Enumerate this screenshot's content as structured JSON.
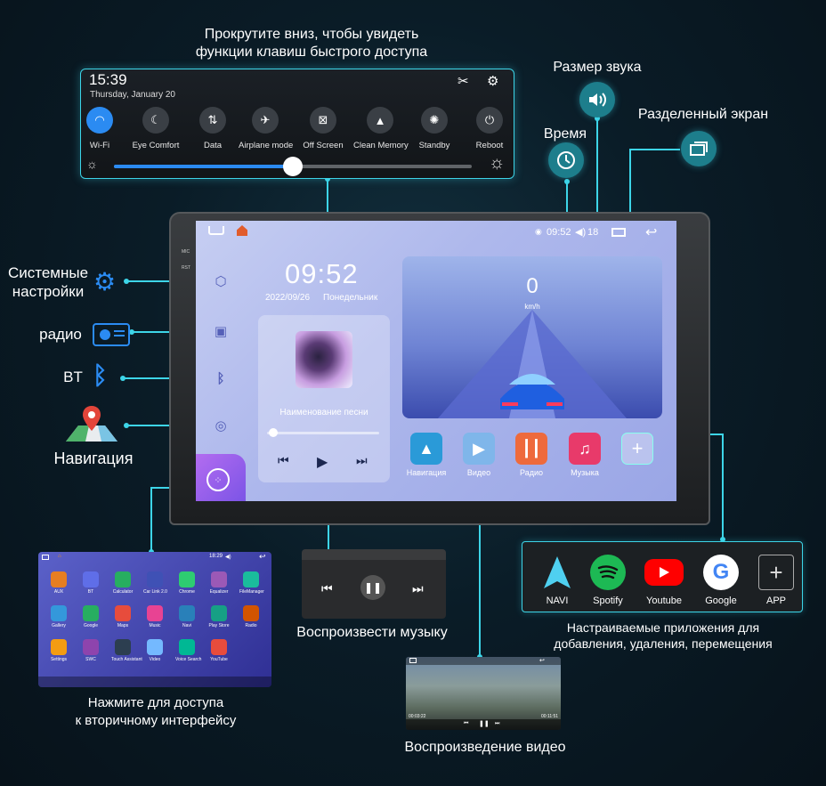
{
  "captions": {
    "scroll_hint_line1": "Прокрутите вниз, чтобы увидеть",
    "scroll_hint_line2": "функции клавиш быстрого доступа",
    "sound_size": "Размер звука",
    "split_screen": "Разделенный экран",
    "time": "Время",
    "system_settings_line1": "Системные",
    "system_settings_line2": "настройки",
    "radio": "радио",
    "bt": "BT",
    "navigation": "Навигация",
    "secondary_line1": "Нажмите для доступа",
    "secondary_line2": "к вторичному интерфейсу",
    "play_music": "Воспроизвести музыку",
    "custom_apps_line1": "Настраиваемые приложения для",
    "custom_apps_line2": "добавления, удаления, перемещения",
    "play_video": "Воспроизведение видео"
  },
  "quick_settings": {
    "time": "15:39",
    "date": "Thursday, January 20",
    "tiles": [
      {
        "label": "Wi-Fi",
        "icon": "wifi-icon",
        "active": true
      },
      {
        "label": "Eye Comfort",
        "icon": "moon-icon",
        "active": false
      },
      {
        "label": "Data",
        "icon": "data-arrows-icon",
        "active": false
      },
      {
        "label": "Airplane mode",
        "icon": "airplane-icon",
        "active": false
      },
      {
        "label": "Off Screen",
        "icon": "off-screen-icon",
        "active": false
      },
      {
        "label": "Clean Memory",
        "icon": "rocket-icon",
        "active": false
      },
      {
        "label": "Standby",
        "icon": "standby-icon",
        "active": false
      },
      {
        "label": "Reboot",
        "icon": "power-icon",
        "active": false
      }
    ],
    "brightness_level": 0.5
  },
  "head_unit": {
    "side_labels": {
      "mic": "MIC",
      "rst": "RST"
    },
    "status": {
      "time": "09:52",
      "volume": "18"
    },
    "clock": {
      "time": "09:52",
      "date": "2022/09/26",
      "day": "Понедельник"
    },
    "music": {
      "song": "Наименование песни",
      "progress": 0.05
    },
    "speed": {
      "value": "0",
      "unit": "km/h"
    },
    "apps": [
      {
        "label": "Навигация",
        "icon": "navigation-arrow-icon",
        "color": "#2a9ad8"
      },
      {
        "label": "Видео",
        "icon": "video-play-icon",
        "color": "#7fb6ea"
      },
      {
        "label": "Радио",
        "icon": "radio-wave-icon",
        "color": "#ee6a3c"
      },
      {
        "label": "Музыка",
        "icon": "music-note-icon",
        "color": "#e83a6a"
      }
    ]
  },
  "secondary_interface": {
    "status": "18:29",
    "apps": [
      {
        "label": "AUX",
        "color": "#e67e22"
      },
      {
        "label": "BT",
        "color": "#5f6ee8"
      },
      {
        "label": "Calculator",
        "color": "#27ae60"
      },
      {
        "label": "Car Link 2.0",
        "color": "#3f51b5"
      },
      {
        "label": "Chrome",
        "color": "#2ecc71"
      },
      {
        "label": "Equalizer",
        "color": "#9b59b6"
      },
      {
        "label": "FileManager",
        "color": "#1abc9c"
      },
      {
        "label": "Gallery",
        "color": "#3498db"
      },
      {
        "label": "Google",
        "color": "#27ae60"
      },
      {
        "label": "Maps",
        "color": "#e74c3c"
      },
      {
        "label": "Music",
        "color": "#e84393"
      },
      {
        "label": "Navi",
        "color": "#2980b9"
      },
      {
        "label": "Play Store",
        "color": "#16a085"
      },
      {
        "label": "Radio",
        "color": "#d35400"
      },
      {
        "label": "Settings",
        "color": "#f39c12"
      },
      {
        "label": "SWC",
        "color": "#8e44ad"
      },
      {
        "label": "Touch Assistant",
        "color": "#2c3e50"
      },
      {
        "label": "Video",
        "color": "#74b9ff"
      },
      {
        "label": "Voice Search",
        "color": "#00b894"
      },
      {
        "label": "YouTube",
        "color": "#e74c3c"
      }
    ]
  },
  "custom_apps": [
    {
      "label": "NAVI",
      "icon": "navigation-arrow-icon"
    },
    {
      "label": "Spotify",
      "icon": "spotify-icon"
    },
    {
      "label": "Youtube",
      "icon": "youtube-icon"
    },
    {
      "label": "Google",
      "icon": "google-icon"
    },
    {
      "label": "APP",
      "icon": "plus-icon"
    }
  ],
  "video": {
    "time_left": "00:03:22",
    "time_right": "00:11:51"
  }
}
